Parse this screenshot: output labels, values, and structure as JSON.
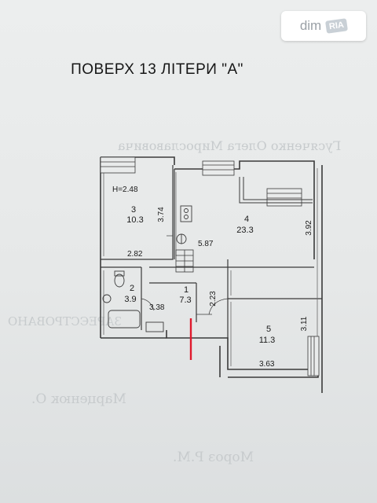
{
  "document": {
    "title": "ПОВЕРХ 13 ЛІТЕРИ \"А\""
  },
  "watermark": {
    "brand_text": "dim",
    "brand_badge": "RIA"
  },
  "plan": {
    "ceiling_height": "H=2.48",
    "rooms": [
      {
        "number": "1",
        "area": "7.3"
      },
      {
        "number": "2",
        "area": "3.9"
      },
      {
        "number": "3",
        "area": "10.3"
      },
      {
        "number": "4",
        "area": "23.3"
      },
      {
        "number": "5",
        "area": "11.3"
      }
    ],
    "dimensions": {
      "room3_right": "3.74",
      "room3_bottom": "2.82",
      "room4_left": "5.87",
      "room4_right": "3.92",
      "room1_width": "3.38",
      "room1_right": "2.23",
      "room5_right": "3.11",
      "room5_bottom": "3.63"
    },
    "marker_color": "#e0192d"
  },
  "background": {
    "bleed_lines": [
      "Гусяченко Олега Мирославовича",
      "ЗАРЕЄСТРОВАНО",
      "Марценюк О.",
      "Мороз Р.М."
    ]
  }
}
